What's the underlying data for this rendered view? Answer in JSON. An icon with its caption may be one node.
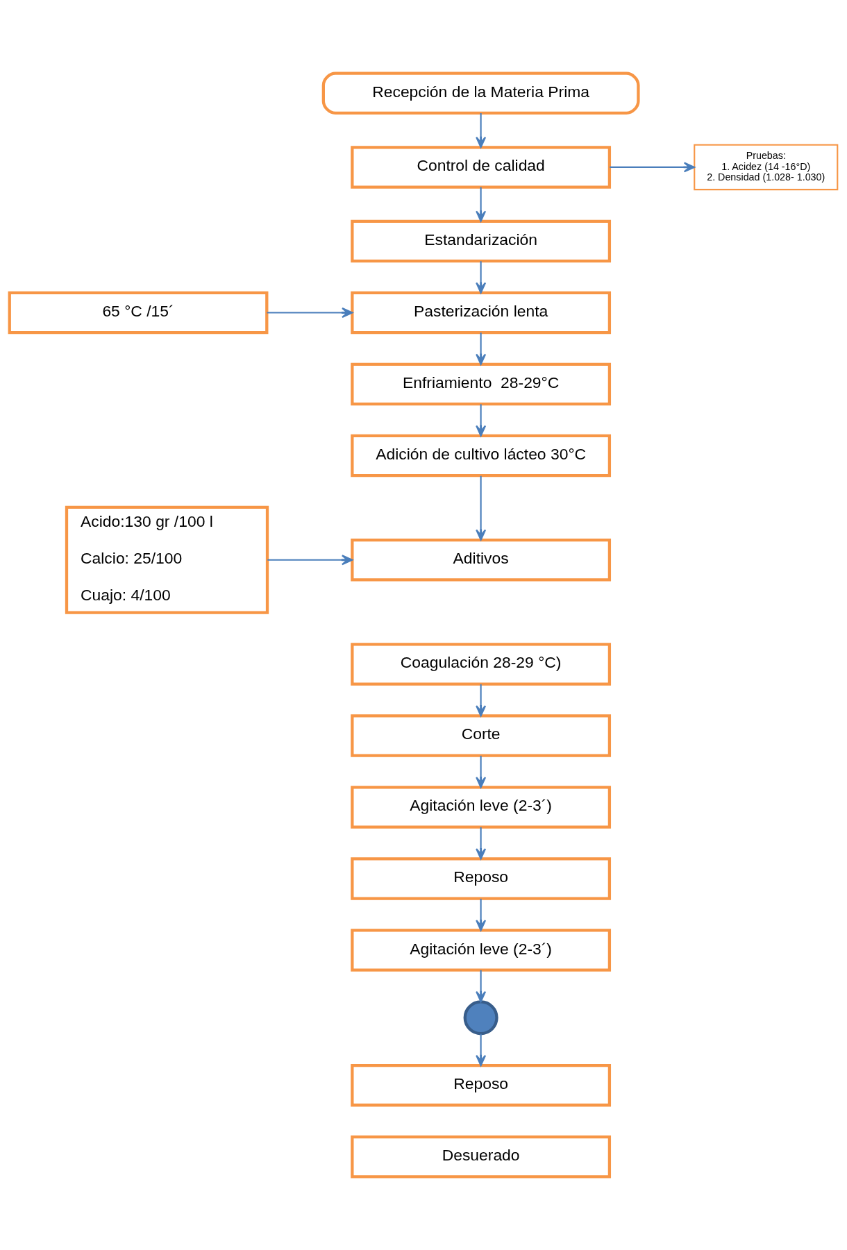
{
  "diagram": {
    "nodes": [
      {
        "text": [
          "Recepción de la Materia Prima"
        ]
      },
      {
        "text": [
          "Control de calidad"
        ]
      },
      {
        "text": [
          "Pruebas:",
          "1. Acidez (14 -16°D)",
          "2. Densidad (1.028- 1.030)"
        ]
      },
      {
        "text": [
          "Estandarización"
        ]
      },
      {
        "text": [
          "65 °C /15´"
        ]
      },
      {
        "text": [
          "Pasterización lenta"
        ]
      },
      {
        "text": [
          "Enfriamiento  28-29°C"
        ]
      },
      {
        "text": [
          "Adición de cultivo lácteo 30°C"
        ]
      },
      {
        "text": [
          "Acido:130 gr /100 l",
          "Calcio: 25/100",
          "Cuajo: 4/100"
        ]
      },
      {
        "text": [
          "Aditivos"
        ]
      },
      {
        "text": [
          "Coagulación 28-29 °C)"
        ]
      },
      {
        "text": [
          "Corte"
        ]
      },
      {
        "text": [
          "Agitación leve (2-3´)"
        ]
      },
      {
        "text": [
          "Reposo"
        ]
      },
      {
        "text": [
          "Agitación leve (2-3´)"
        ]
      },
      {
        "text": [],
        "shape": "circle"
      },
      {
        "text": [
          "Reposo"
        ]
      },
      {
        "text": [
          "Desuerado"
        ]
      }
    ],
    "edges": [
      {
        "from": 0,
        "to": 1,
        "arrow": "to"
      },
      {
        "from": 1,
        "to": 2,
        "arrow": "to"
      },
      {
        "from": 1,
        "to": 3,
        "arrow": "to"
      },
      {
        "from": 3,
        "to": 5,
        "arrow": "to"
      },
      {
        "from": 4,
        "to": 5,
        "arrow": "to"
      },
      {
        "from": 5,
        "to": 6,
        "arrow": "to"
      },
      {
        "from": 6,
        "to": 7,
        "arrow": "to"
      },
      {
        "from": 7,
        "to": 9,
        "arrow": "to"
      },
      {
        "from": 8,
        "to": 9,
        "arrow": "to"
      },
      {
        "from": 10,
        "to": 11,
        "arrow": "to"
      },
      {
        "from": 11,
        "to": 12,
        "arrow": "to"
      },
      {
        "from": 12,
        "to": 13,
        "arrow": "to"
      },
      {
        "from": 13,
        "to": 14,
        "arrow": "to"
      },
      {
        "from": 14,
        "to": 15,
        "arrow": "to"
      },
      {
        "from": 15,
        "to": 16,
        "arrow": "to"
      }
    ]
  }
}
